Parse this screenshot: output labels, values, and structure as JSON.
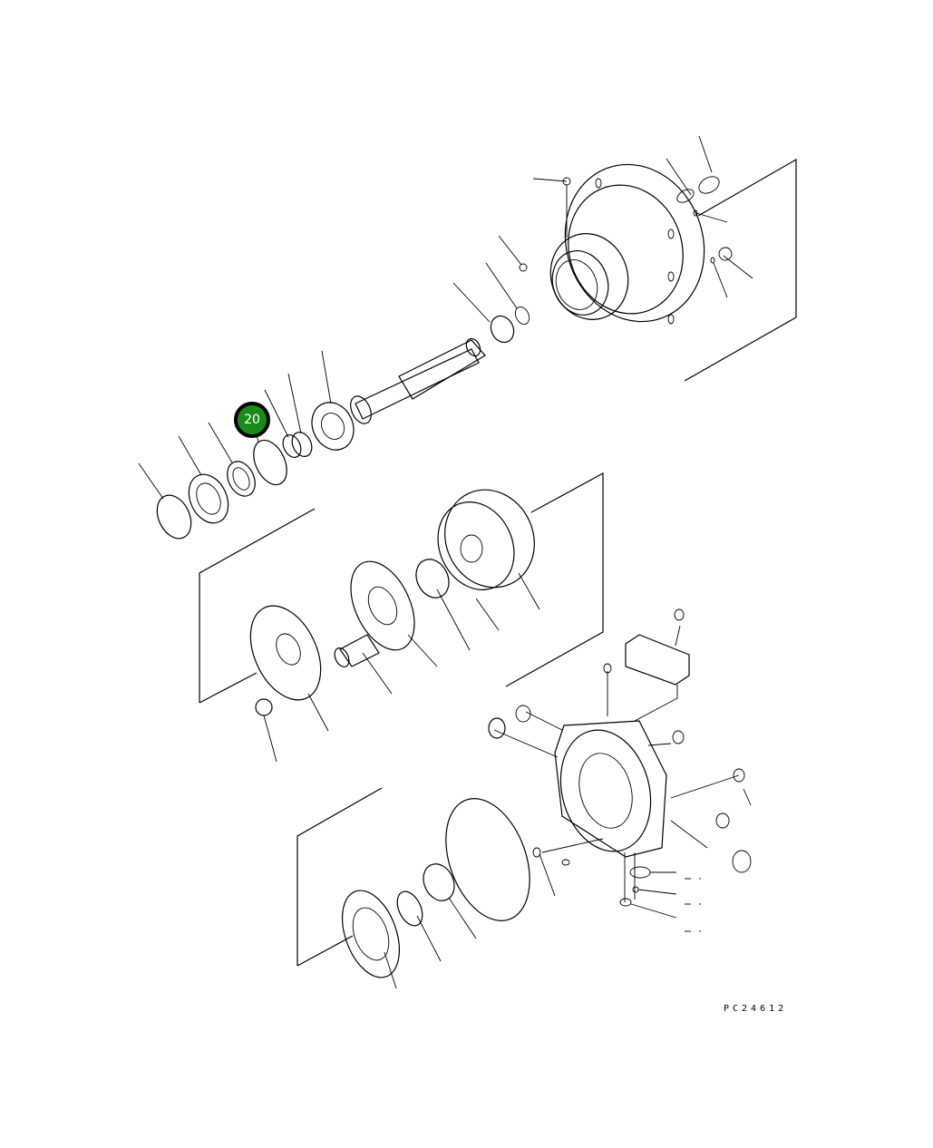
{
  "diagram": {
    "type": "exploded-parts-view",
    "subject": "hydraulic travel motor assembly",
    "background_color": "#ffffff",
    "line_color": "#000000",
    "highlighted_callout": {
      "label": "20",
      "fill_color": "#1a8a1a",
      "border_color": "#000000",
      "text_color": "#ffffff",
      "points_to": "o-ring"
    },
    "drawing_code": "PC24612"
  }
}
